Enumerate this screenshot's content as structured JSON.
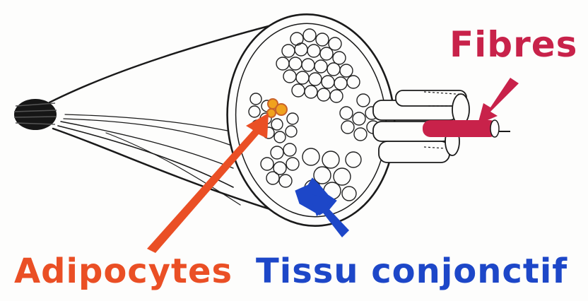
{
  "labels": {
    "fibres": "Fibres",
    "adipocytes": "Adipocytes",
    "tissu": "Tissu conjonctif"
  },
  "colors": {
    "fibres": "#c8224a",
    "adipocytes": "#ea4f25",
    "tissu": "#1d47c8",
    "adipocyte_fill": "#f0a21e",
    "line": "#1a1a1a"
  }
}
